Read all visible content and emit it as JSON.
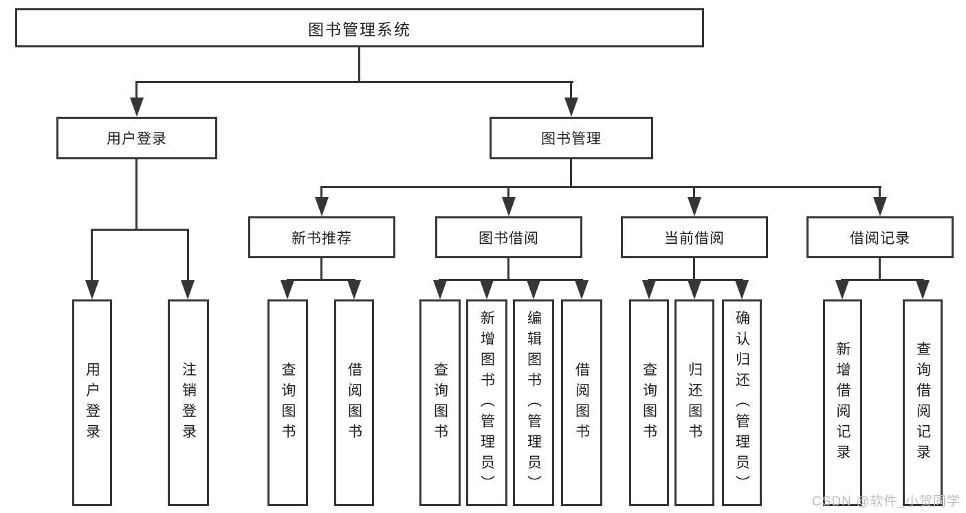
{
  "nodes": {
    "root": "图书管理系统",
    "level2": {
      "user_login": "用户登录",
      "book_management": "图书管理"
    },
    "level3": {
      "new_book_recommend": "新书推荐",
      "book_borrowing": "图书借阅",
      "current_borrowing": "当前借阅",
      "borrow_records": "借阅记录"
    },
    "leaves": {
      "user_login": "用户登录",
      "logout": "注销登录",
      "nb_query_books": "查询图书",
      "nb_borrow_books": "借阅图书",
      "bb_query_books": "查询图书",
      "bb_add_books_admin": "新增图书（管理员）",
      "bb_edit_books_admin": "编辑图书（管理员）",
      "bb_borrow_books": "借阅图书",
      "cb_query_books": "查询图书",
      "cb_return_books": "归还图书",
      "cb_confirm_return_admin": "确认归还（管理员）",
      "br_add_record": "新增借阅记录",
      "br_query_record": "查询借阅记录"
    }
  },
  "watermark": {
    "text": "CSDN @软件_小贺同学"
  },
  "colors": {
    "line": "#363636",
    "text": "#1e1e1e",
    "watermark": "#bfbfbf",
    "background": "#ffffff"
  }
}
